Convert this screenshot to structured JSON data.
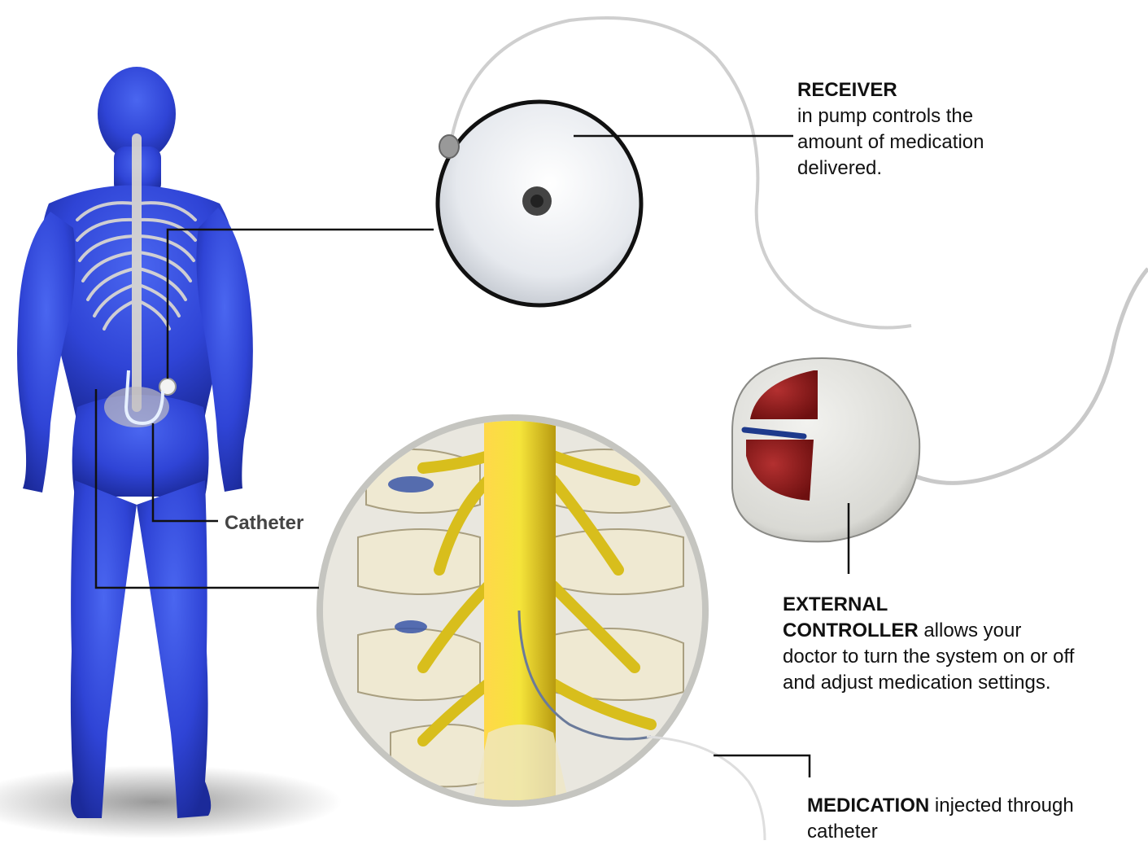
{
  "labels": {
    "receiver": {
      "title": "RECEIVER",
      "body": "in pump controls the amount of medication delivered."
    },
    "external_controller": {
      "title_line1": "EXTERNAL",
      "title_line2": "CONTROLLER",
      "body": " allows your doctor to turn the system on or off and adjust medication settings."
    },
    "medication": {
      "title": "MEDICATION",
      "body": " injected through catheter"
    },
    "catheter": "Catheter"
  },
  "colors": {
    "body_blue": "#2f44d6",
    "spine_bone": "#e9e4d0",
    "nerve_yellow": "#e3cc22",
    "controller_red": "#8e1a1a",
    "controller_band": "#1e3a8c",
    "leader_line": "#111111"
  }
}
